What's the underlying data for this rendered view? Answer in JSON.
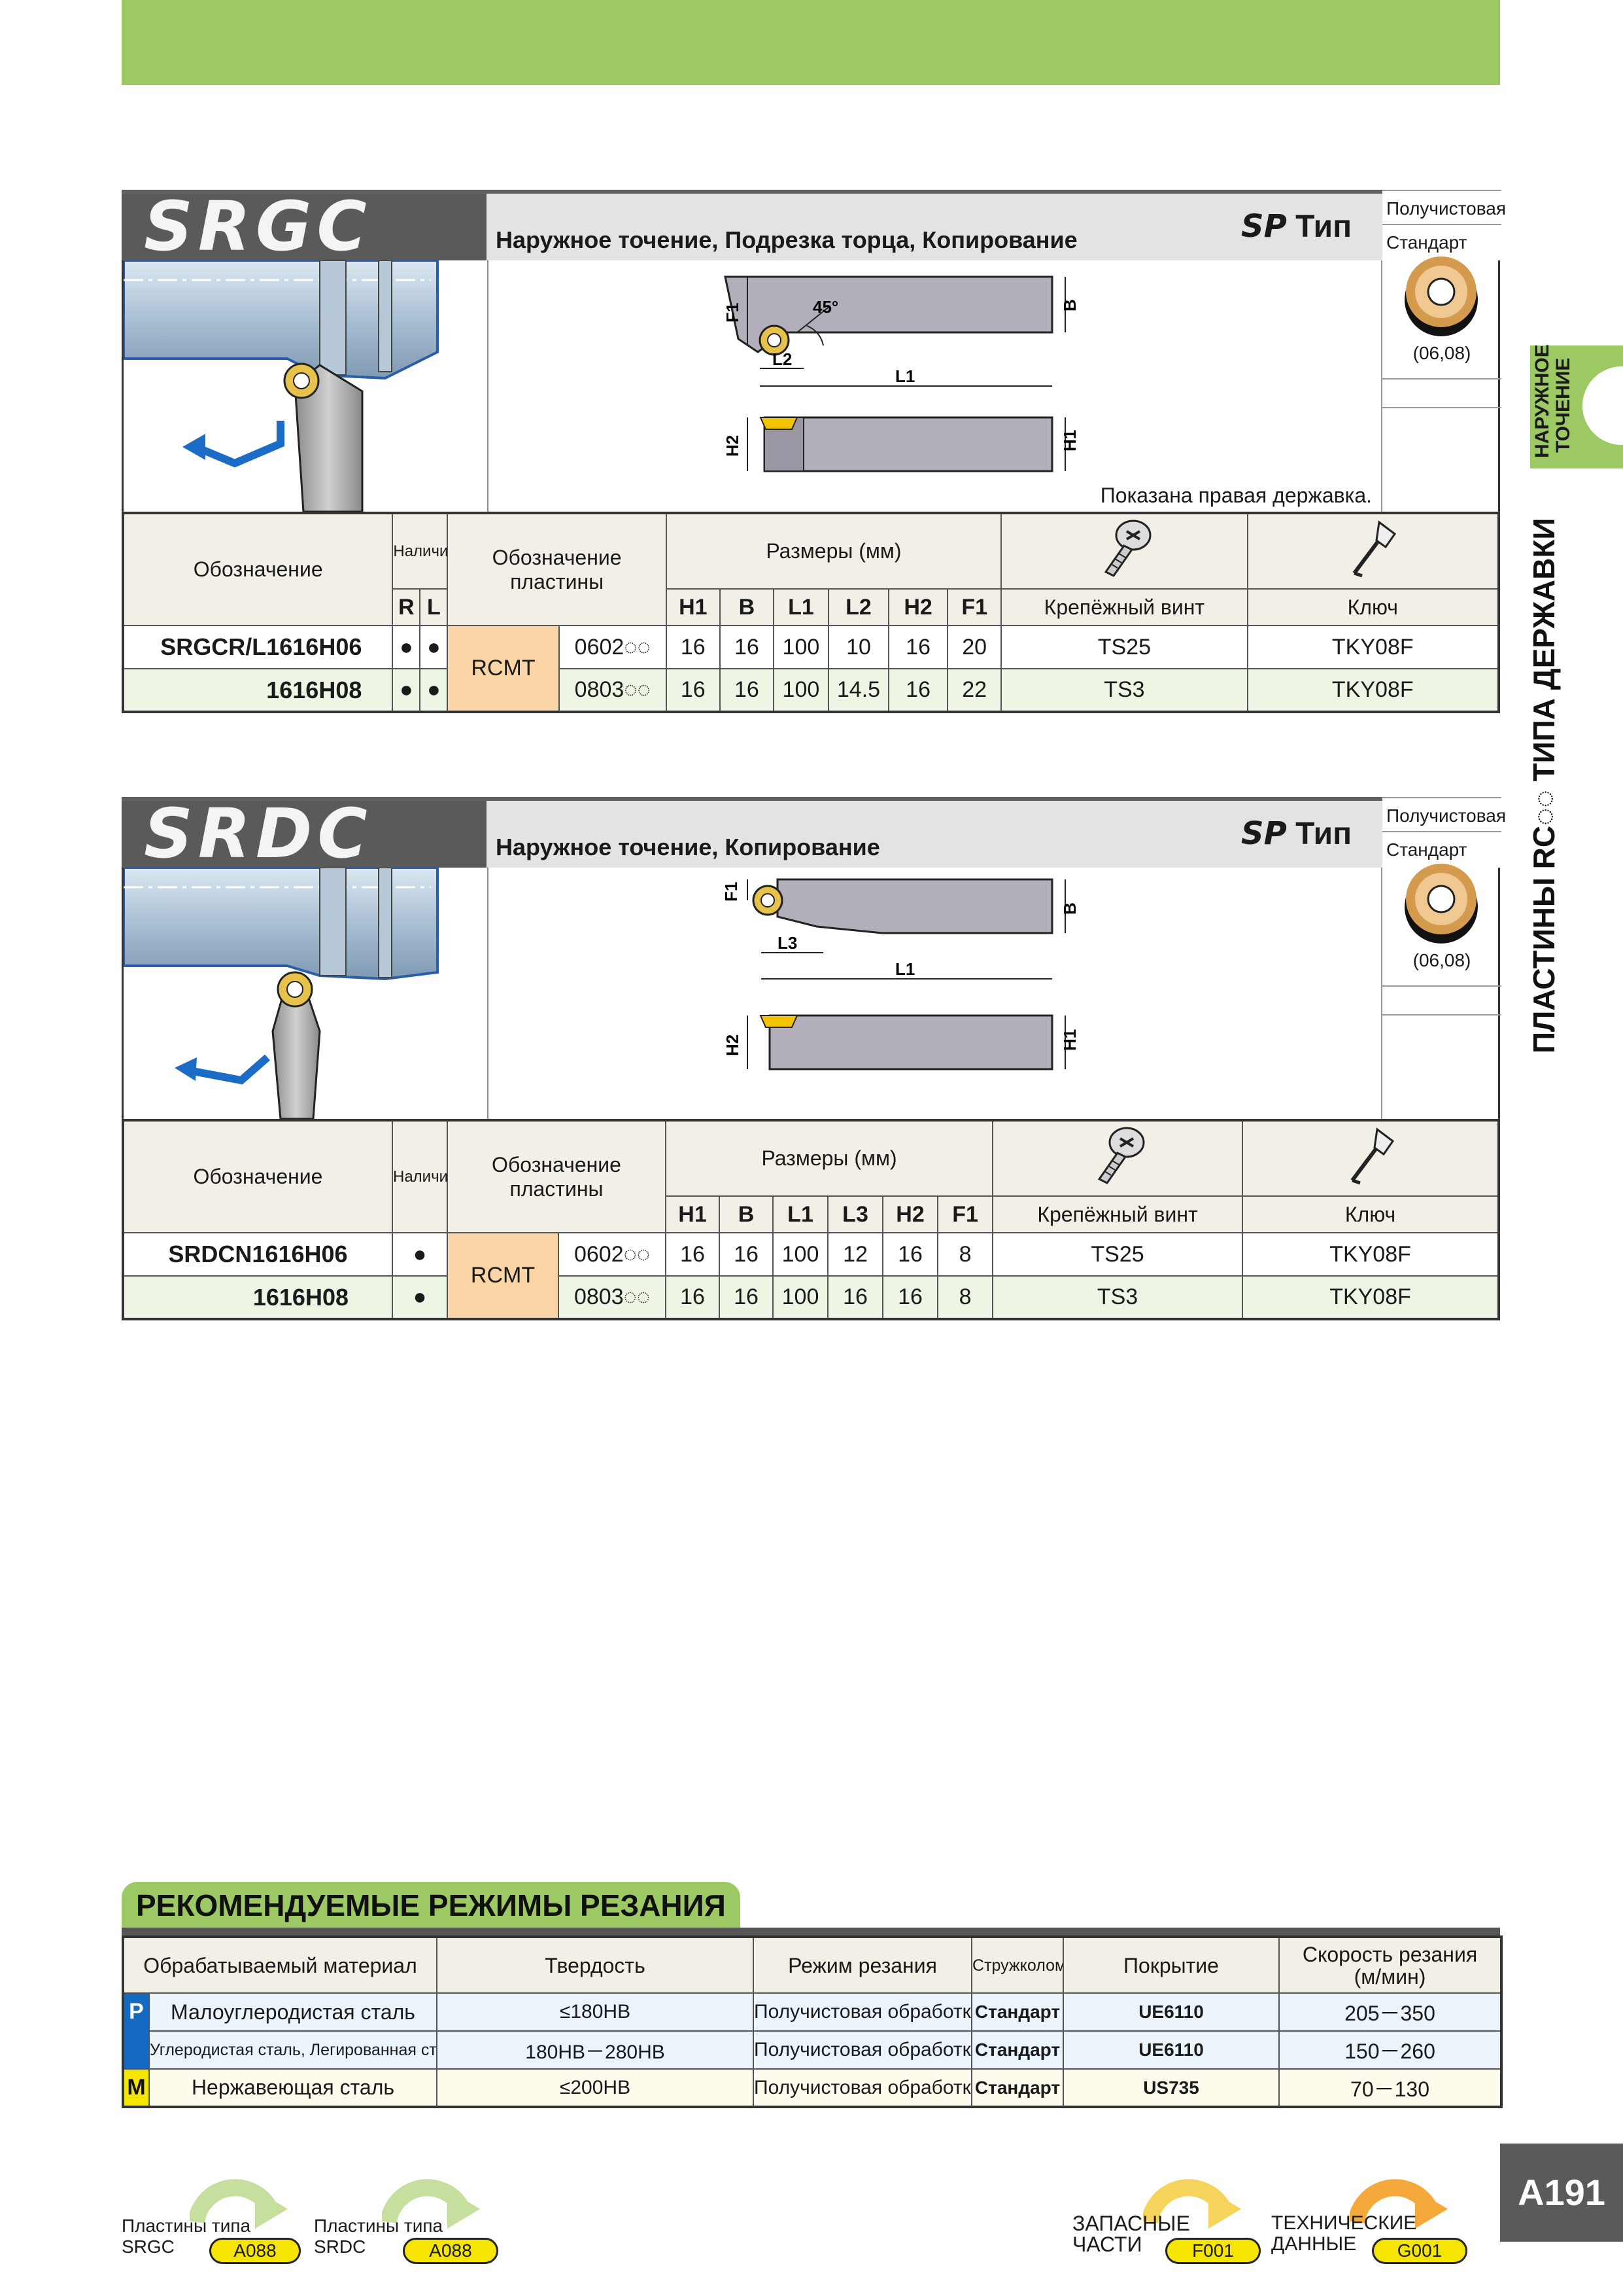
{
  "colors": {
    "accent_green": "#9dc964",
    "header_gray": "#5a5a5a",
    "insert_orange": "#fbd5a5",
    "row_green": "#edf5e4",
    "iso_p": "#1569c0",
    "iso_m": "#f5e600"
  },
  "side": {
    "tab_line1": "НАРУЖНОЕ",
    "tab_line2": "ТОЧЕНИЕ",
    "title": "ПЛАСТИНЫ RC◌◌ ТИПА ДЕРЖАВКИ"
  },
  "srgc": {
    "code": "SRGC",
    "title": "Наружное точение, Подрезка торца, Копирование",
    "sp": "SP",
    "type": "Тип",
    "semi": "Получистовая",
    "standard": "Стандарт",
    "insert_sizes": "(06,08)",
    "shown_right": "Показана правая державка.",
    "dims": {
      "f1": "F1",
      "b": "B",
      "l1": "L1",
      "l2": "L2",
      "h1": "H1",
      "h2": "H2",
      "angle": "45°"
    },
    "table": {
      "designation": "Обозначение",
      "availability": "Наличие",
      "insert_designation": "Обозначение пластины",
      "sizes": "Размеры (мм)",
      "screw": "Крепёжный винт",
      "key": "Ключ",
      "r": "R",
      "l": "L",
      "cols": [
        "H1",
        "B",
        "L1",
        "L2",
        "H2",
        "F1"
      ],
      "insert_family": "RCMT",
      "rows": [
        {
          "code": "SRGCR/L1616H06",
          "r": "●",
          "l": "●",
          "insert": "0602◌◌",
          "vals": [
            "16",
            "16",
            "100",
            "10",
            "16",
            "20"
          ],
          "screw": "TS25",
          "key": "TKY08F"
        },
        {
          "code": "1616H08",
          "r": "●",
          "l": "●",
          "insert": "0803◌◌",
          "vals": [
            "16",
            "16",
            "100",
            "14.5",
            "16",
            "22"
          ],
          "screw": "TS3",
          "key": "TKY08F"
        }
      ]
    }
  },
  "srdc": {
    "code": "SRDC",
    "title": "Наружное точение, Копирование",
    "sp": "SP",
    "type": "Тип",
    "semi": "Получистовая",
    "standard": "Стандарт",
    "insert_sizes": "(06,08)",
    "dims": {
      "f1": "F1",
      "b": "B",
      "l1": "L1",
      "l3": "L3",
      "h1": "H1",
      "h2": "H2"
    },
    "table": {
      "designation": "Обозначение",
      "availability": "Наличие",
      "insert_designation": "Обозначение пластины",
      "sizes": "Размеры (мм)",
      "screw": "Крепёжный винт",
      "key": "Ключ",
      "cols": [
        "H1",
        "B",
        "L1",
        "L3",
        "H2",
        "F1"
      ],
      "insert_family": "RCMT",
      "rows": [
        {
          "code": "SRDCN1616H06",
          "n": "●",
          "insert": "0602◌◌",
          "vals": [
            "16",
            "16",
            "100",
            "12",
            "16",
            "8"
          ],
          "screw": "TS25",
          "key": "TKY08F"
        },
        {
          "code": "1616H08",
          "n": "●",
          "insert": "0803◌◌",
          "vals": [
            "16",
            "16",
            "100",
            "16",
            "16",
            "8"
          ],
          "screw": "TS3",
          "key": "TKY08F"
        }
      ]
    }
  },
  "recommended": {
    "title": "РЕКОМЕНДУЕМЫЕ РЕЖИМЫ РЕЗАНИЯ",
    "headers": {
      "material": "Обрабатываемый материал",
      "hardness": "Твердость",
      "mode": "Режим резания",
      "chipbreaker": "Стружколом",
      "coating": "Покрытие",
      "speed_line1": "Скорость резания",
      "speed_line2": "(м/мин)"
    },
    "rows": [
      {
        "iso": "P",
        "material": "Малоуглеродистая сталь",
        "hardness": "≤180HB",
        "mode": "Получистовая обработка",
        "chipbreaker": "Стандарт",
        "coating": "UE6110",
        "speed": "205－350"
      },
      {
        "iso": "",
        "material": "Углеродистая сталь, Легированная сталь",
        "hardness": "180HB－280HB",
        "mode": "Получистовая обработка",
        "chipbreaker": "Стандарт",
        "coating": "UE6110",
        "speed": "150－260"
      },
      {
        "iso": "M",
        "material": "Нержавеющая сталь",
        "hardness": "≤200HB",
        "mode": "Получистовая обработка",
        "chipbreaker": "Стандарт",
        "coating": "US735",
        "speed": "70－130"
      }
    ]
  },
  "footer": {
    "page": "A191",
    "links": [
      {
        "line1": "Пластины типа",
        "line2": "SRGC",
        "ref": "A088"
      },
      {
        "line1": "Пластины типа",
        "line2": "SRDC",
        "ref": "A088"
      },
      {
        "line1": "ЗАПАСНЫЕ",
        "line2": "ЧАСТИ",
        "ref": "F001"
      },
      {
        "line1": "ТЕХНИЧЕСКИЕ",
        "line2": "ДАННЫЕ",
        "ref": "G001"
      }
    ]
  }
}
